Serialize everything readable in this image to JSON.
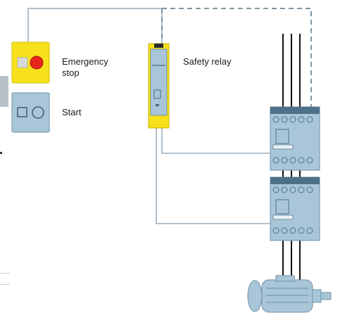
{
  "labels": {
    "emergency_stop": [
      "Emergency",
      "stop"
    ],
    "start": "Start",
    "safety_relay": "Safety relay"
  },
  "colors": {
    "wire": "#9aacb8",
    "dashed": "#7f95a3",
    "yellow": "#f7e11b",
    "device_blue": "#a9c6d8",
    "device_border": "#6d8ea3",
    "red_button": "#e8251d",
    "power_line": "#111111"
  },
  "icons": [
    "emergency-stop-button-icon",
    "start-button-icon",
    "safety-relay-icon",
    "contactor-icon",
    "motor-icon"
  ]
}
